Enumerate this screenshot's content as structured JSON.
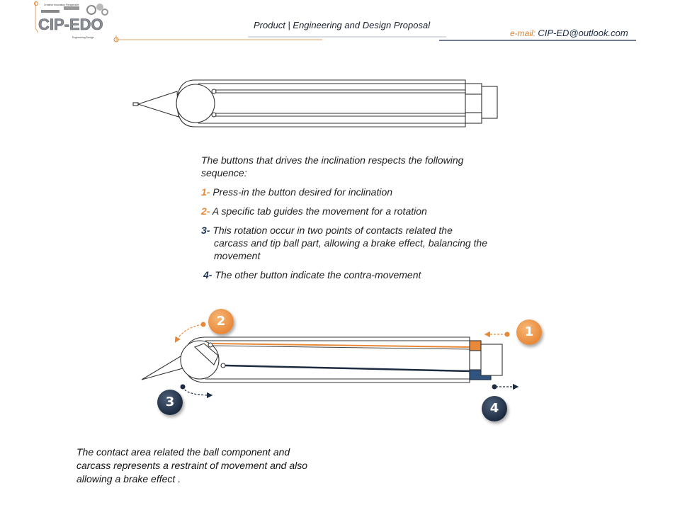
{
  "header": {
    "title": "Product  | Engineering and Design Proposal",
    "email_label": "e-mail: ",
    "email_value": "CIP-ED@outlook.com"
  },
  "logo": {
    "text": "CIP-EDO",
    "tagline_top": "Creative  Innovation  Perspective",
    "tagline_bottom": "Engineering  Design"
  },
  "sequence": {
    "intro": "The buttons that drives the inclination respects the following sequence:",
    "steps": [
      {
        "num": "1-",
        "text": "Press-in the button desired for inclination"
      },
      {
        "num": "2-",
        "text": "A specific tab guides the movement for a rotation"
      },
      {
        "num": "3-",
        "text": "This rotation occur in two points of contacts related the",
        "cont": "carcass and tip ball part, allowing a brake effect, balancing the movement"
      },
      {
        "num": "4-",
        "text": "The other button indicate the contra-movement"
      }
    ]
  },
  "badges": {
    "b1": "1",
    "b2": "2",
    "b3": "3",
    "b4": "4"
  },
  "caption": "The contact area related the ball component and carcass represents a restraint of movement and also allowing a brake effect .",
  "colors": {
    "orange": "#e8893a",
    "navy": "#1c2b40",
    "outline": "#333333"
  }
}
